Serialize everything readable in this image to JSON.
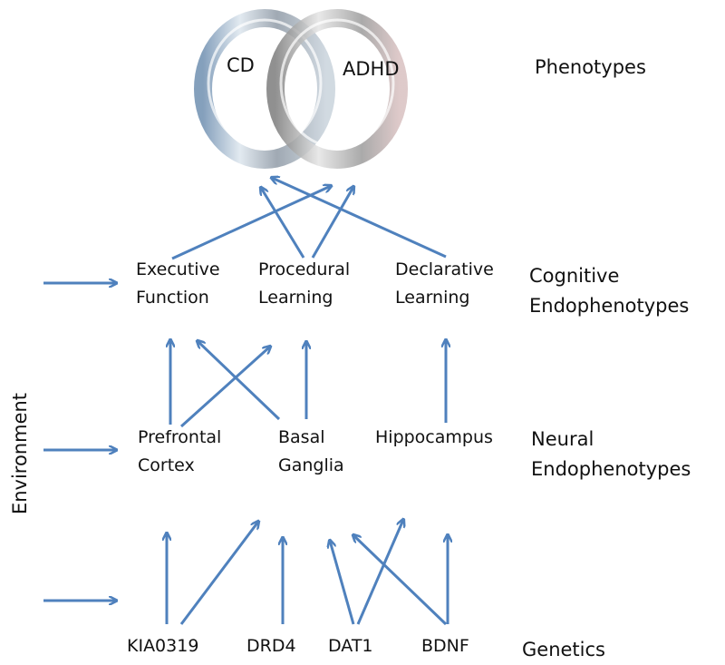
{
  "colors": {
    "arrow": "#4f81bd",
    "text": "#111111",
    "ring": "#9aa3ad"
  },
  "phenotypes": {
    "left_ring": "CD",
    "right_ring": "ADHD"
  },
  "categories": {
    "phenotypes": "Phenotypes",
    "cognitive": "Cognitive\nEndophenotypes",
    "neural": "Neural\nEndophenotypes",
    "genetics": "Genetics"
  },
  "environment": "Environment",
  "cognitive_nodes": {
    "executive": "Executive\nFunction",
    "procedural": "Procedural\nLearning",
    "declarative": "Declarative\nLearning"
  },
  "neural_nodes": {
    "prefrontal": "Prefrontal\nCortex",
    "basal": "Basal\nGanglia",
    "hippocampus": "Hippocampus"
  },
  "genes": {
    "kia": "KIA0319",
    "drd4": "DRD4",
    "dat1": "DAT1",
    "bdnf": "BDNF"
  }
}
